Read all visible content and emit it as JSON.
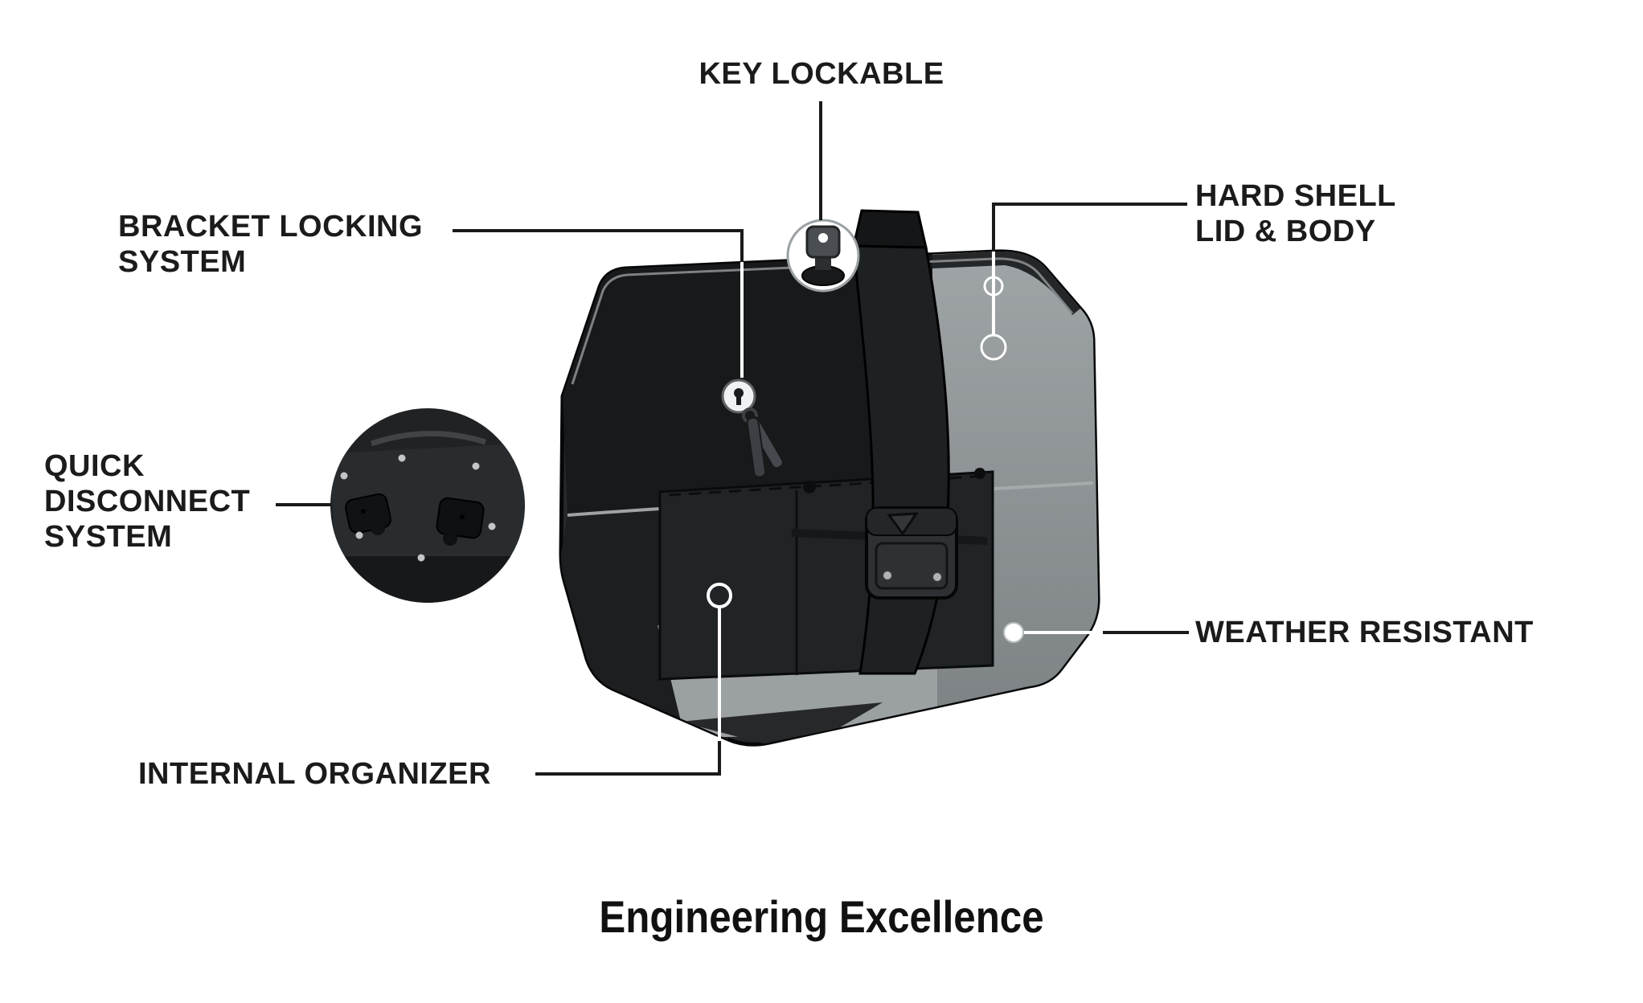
{
  "page": {
    "background": "#ffffff"
  },
  "diagram": {
    "footer_title": "Engineering Excellence",
    "callouts": {
      "key_lockable": {
        "label": "KEY LOCKABLE"
      },
      "bracket_locking": {
        "line1": "BRACKET LOCKING",
        "line2": "SYSTEM"
      },
      "hard_shell": {
        "line1": "HARD SHELL",
        "line2": "LID & BODY"
      },
      "quick_disconnect": {
        "line1": "QUICK",
        "line2": "DISCONNECT",
        "line3": "SYSTEM"
      },
      "weather_resistant": {
        "label": "WEATHER RESISTANT"
      },
      "internal_organizer": {
        "label": "INTERNAL ORGANIZER"
      }
    },
    "colors": {
      "label_text": "#1b1b1b",
      "callout_line_dark": "#1a1a1a",
      "callout_line_light": "#ffffff",
      "bag_body": "#26292b",
      "bag_lid": "#17191b",
      "interior_gray": "#919699",
      "lid_outline_gray": "#a7abad"
    }
  }
}
